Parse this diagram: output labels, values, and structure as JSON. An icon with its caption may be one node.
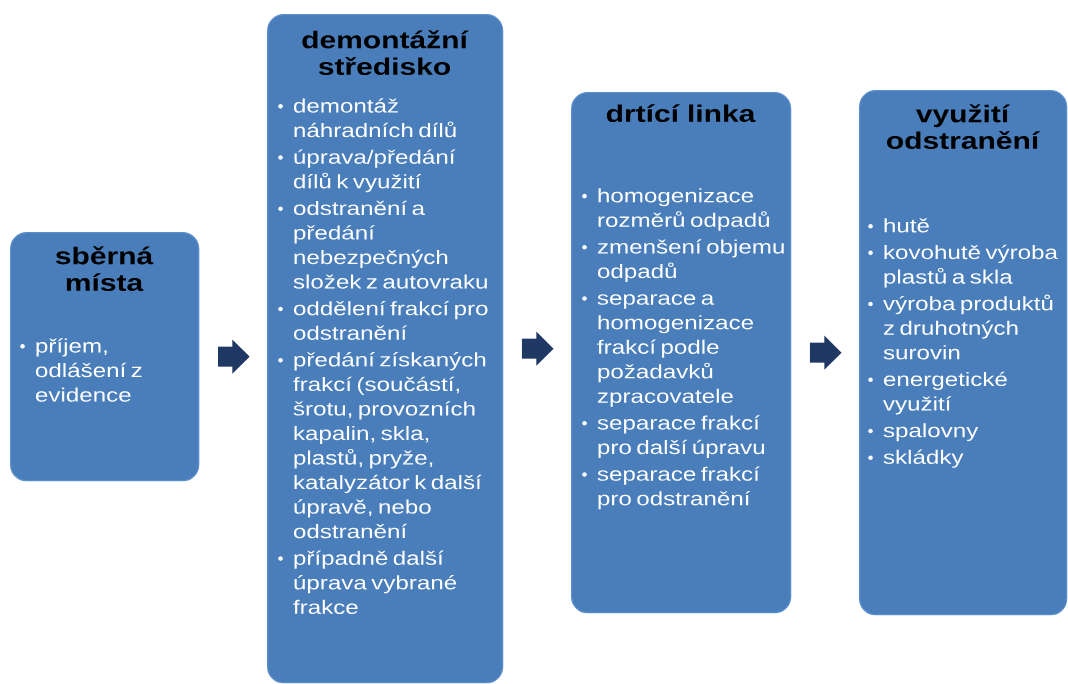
{
  "diagram": {
    "nodes": [
      {
        "text": [
          "sběrná místa",
          "příjem, odlášení z evidence"
        ]
      },
      {
        "text": [
          "demontážní středisko",
          "demontáž náhradních dílů",
          "úprava/předání dílů k využití",
          "odstranění a předání nebezpečných složek z autovraku",
          "oddělení frakcí pro odstranění",
          "předání získaných frakcí (součástí, šrotu, provozních kapalin, skla, plastů, pryže, katalyzátor k další úpravě, nebo odstranění",
          "případně další úprava vybrané frakce"
        ]
      },
      {
        "text": [
          "drtící linka",
          "homogenizace rozměrů odpadů",
          "zmenšení objemu odpadů",
          "separace a homogenizace frakcí podle požadavků zpracovatele",
          "separace frakcí pro další úpravu",
          "separace frakcí pro odstranění"
        ]
      },
      {
        "text": [
          "využití odstranění",
          "hutě",
          "kovohutě výroba plastů a skla",
          "výroba produktů z druhotných surovin",
          "energetické využití",
          "spalovny",
          "skládky"
        ]
      }
    ],
    "edges": [
      {
        "from": 0,
        "to": 1,
        "arrow": "to"
      },
      {
        "from": 1,
        "to": 2,
        "arrow": "to"
      },
      {
        "from": 2,
        "to": 3,
        "arrow": "to"
      }
    ]
  }
}
